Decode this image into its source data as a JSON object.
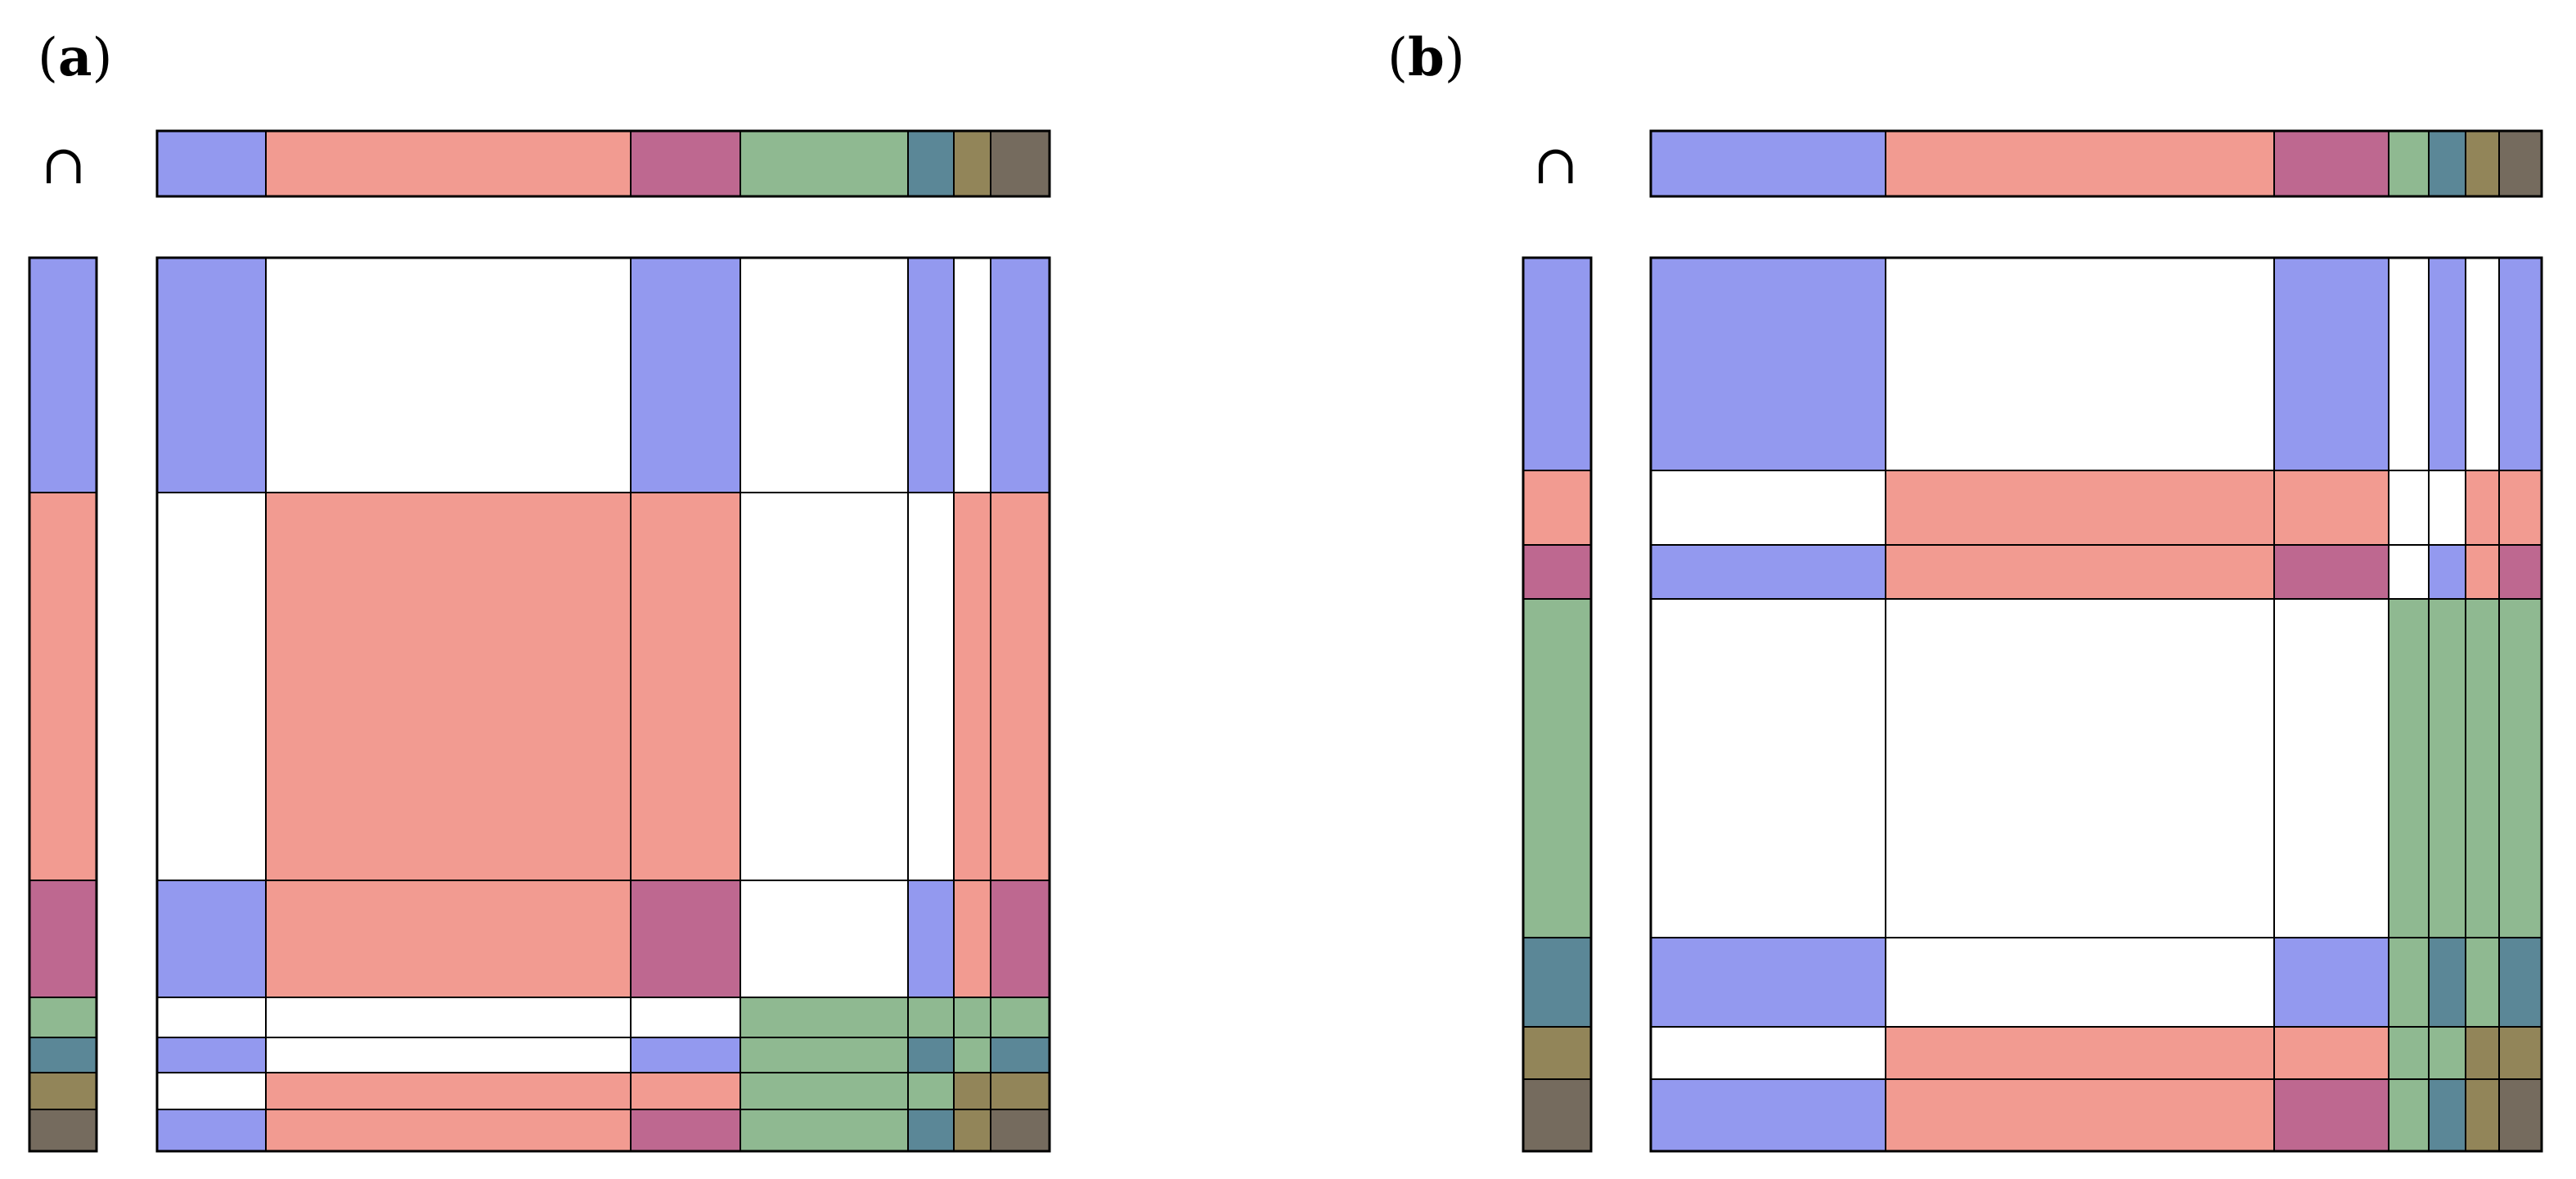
{
  "figure": {
    "operator_symbol": "∩",
    "colors": {
      "blue": "#9399ef",
      "salmon": "#f29b91",
      "magenta": "#be6890",
      "green": "#8fb991",
      "teal": "#5b8797",
      "olive": "#928559",
      "taupe": "#756b5e",
      "empty": "#ffffff"
    },
    "panels": [
      {
        "label_open": "(",
        "label_letter": "a",
        "label_close": ")",
        "column_partition": [
          "blue",
          "salmon",
          "magenta",
          "green",
          "teal",
          "olive",
          "taupe"
        ],
        "row_partition": [
          "blue",
          "salmon",
          "magenta",
          "green",
          "teal",
          "olive",
          "taupe"
        ],
        "intersection_matrix": [
          [
            "blue",
            "empty",
            "blue",
            "empty",
            "blue",
            "empty",
            "blue"
          ],
          [
            "empty",
            "salmon",
            "salmon",
            "empty",
            "empty",
            "salmon",
            "salmon"
          ],
          [
            "blue",
            "salmon",
            "magenta",
            "empty",
            "blue",
            "salmon",
            "magenta"
          ],
          [
            "empty",
            "empty",
            "empty",
            "green",
            "green",
            "green",
            "green"
          ],
          [
            "blue",
            "empty",
            "blue",
            "green",
            "teal",
            "green",
            "teal"
          ],
          [
            "empty",
            "salmon",
            "salmon",
            "green",
            "green",
            "olive",
            "olive"
          ],
          [
            "blue",
            "salmon",
            "magenta",
            "green",
            "teal",
            "olive",
            "taupe"
          ]
        ]
      },
      {
        "label_open": "(",
        "label_letter": "b",
        "label_close": ")",
        "column_partition": [
          "blue",
          "salmon",
          "magenta",
          "green",
          "teal",
          "olive",
          "taupe"
        ],
        "row_partition": [
          "blue",
          "salmon",
          "magenta",
          "green",
          "teal",
          "olive",
          "taupe"
        ],
        "intersection_matrix": [
          [
            "blue",
            "empty",
            "blue",
            "empty",
            "blue",
            "empty",
            "blue"
          ],
          [
            "empty",
            "salmon",
            "salmon",
            "empty",
            "empty",
            "salmon",
            "salmon"
          ],
          [
            "blue",
            "salmon",
            "magenta",
            "empty",
            "blue",
            "salmon",
            "magenta"
          ],
          [
            "empty",
            "empty",
            "empty",
            "green",
            "green",
            "green",
            "green"
          ],
          [
            "blue",
            "empty",
            "blue",
            "green",
            "teal",
            "green",
            "teal"
          ],
          [
            "empty",
            "salmon",
            "salmon",
            "green",
            "green",
            "olive",
            "olive"
          ],
          [
            "blue",
            "salmon",
            "magenta",
            "green",
            "teal",
            "olive",
            "taupe"
          ]
        ]
      }
    ]
  }
}
